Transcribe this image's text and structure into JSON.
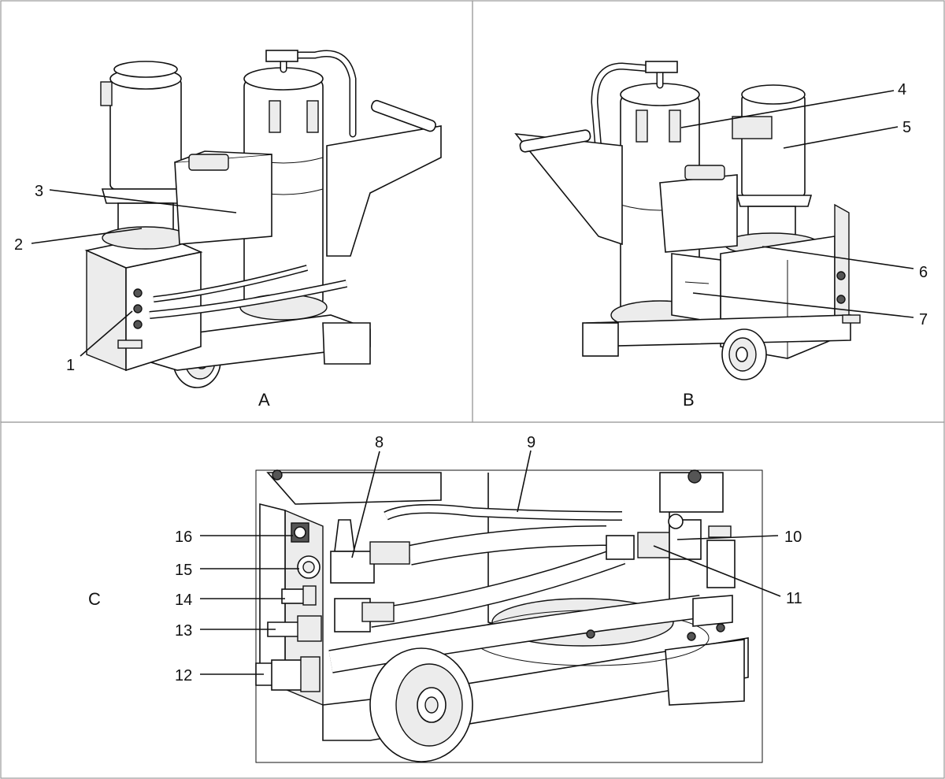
{
  "panels": [
    {
      "id": "A",
      "label": "A"
    },
    {
      "id": "B",
      "label": "B"
    },
    {
      "id": "C",
      "label": "C"
    }
  ],
  "callouts": {
    "c1": "1",
    "c2": "2",
    "c3": "3",
    "c4": "4",
    "c5": "5",
    "c6": "6",
    "c7": "7",
    "c8": "8",
    "c9": "9",
    "c10": "10",
    "c11": "11",
    "c12": "12",
    "c13": "13",
    "c14": "14",
    "c15": "15",
    "c16": "16"
  }
}
